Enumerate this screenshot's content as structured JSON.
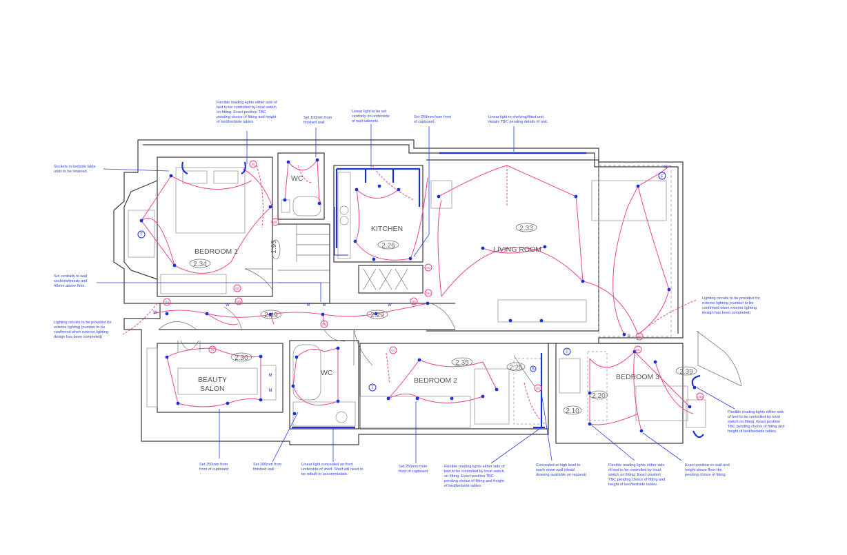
{
  "rooms": {
    "bedroom1": "BEDROOM 1",
    "wc_top": "WC",
    "kitchen": "KITCHEN",
    "living": "LIVING ROOM",
    "beauty1": "BEAUTY",
    "beauty2": "SALON",
    "wc_bottom": "WC",
    "bedroom2": "BEDROOM 2",
    "bedroom3": "BEDROOM 3"
  },
  "room_numbers": [
    "2.34",
    "2.26",
    "2.33",
    "1.95",
    "2.49",
    "2.29",
    "2.30",
    "2.35",
    "2.25",
    "2.20",
    "2.10",
    "2.39"
  ],
  "circuit_tags": [
    "05",
    "OF",
    "OA",
    "ON",
    "OB",
    "OH",
    "OG",
    "OC",
    "OI",
    "OJ",
    "OK",
    "OL",
    "OM",
    "OD",
    "OE"
  ],
  "symbols": {
    "thermostat": "T",
    "fan": "F",
    "switch": "S",
    "mirror": "M",
    "wall": "W"
  },
  "notes": {
    "n1": [
      "Flexible reading lights either side of",
      "bed to be controlled by local switch",
      "on fitting.  Exact position TBC",
      "pending choice of fitting and height",
      "of bed/bedside tables."
    ],
    "n2": [
      "Set 100mm from",
      "finished wall"
    ],
    "n3": [
      "Linear light to be set",
      "centrally on underside",
      "of wall cabinets"
    ],
    "n4": [
      "Set 250mm from front",
      "of cupboard"
    ],
    "n5": [
      "Linear light to shelving/fitted unit,",
      "details TBC pending details of unit."
    ],
    "n6": [
      "Sockets in bedside table",
      "units to be retained."
    ],
    "n7": [
      "Set centrally to wall",
      "sections/treads and",
      "40mm above floor."
    ],
    "n8": [
      "Lighting circuits to be provided for",
      "exterior lighting (number to be",
      "confirmed when exterior lighting",
      "design has been completed)"
    ],
    "n9": [
      "Lighting circuits to be provided for",
      "exterior lighting (number to be",
      "confirmed when exterior lighting",
      "design has been completed)"
    ],
    "n10": [
      "Flexible reading lights either side",
      "of bed to be controlled by local",
      "switch on fitting.  Exact position",
      "TBC pending choice of fitting and",
      "height of bed/bedside tables."
    ],
    "n11": [
      "Set 250mm from",
      "front of cupboard"
    ],
    "n12": [
      "Set 100mm from",
      "finished wall"
    ],
    "n13": [
      "Linear light concealed on front",
      "underside of shelf.  Shelf will need to",
      "be rebuilt to accommodate."
    ],
    "n14": [
      "Set 250mm from",
      "front of cupboard"
    ],
    "n15": [
      "Flexible reading lights either side of",
      "bed to be controlled by local switch",
      "on fitting.  Exact position TBC",
      "pending choice of fitting and freight",
      "of bed/bedside tables."
    ],
    "n16": [
      "Concealed at high level to",
      "wash down wall (detail",
      "drawing available on request)"
    ],
    "n17": [
      "Flexible reading lights either side",
      "of bed to be controlled by local",
      "switch on fitting.  Exact position",
      "TBC pending choice of fitting and",
      "height of bed/bedside tables."
    ],
    "n18": [
      "Exact position on wall and",
      "height above floor tbc",
      "pending choice of fitting"
    ]
  },
  "colors": {
    "circuit": "#f0418e",
    "fitting": "#1a2fd8",
    "wall": "#3a3a3a",
    "annotation": "#2a3ee0"
  }
}
